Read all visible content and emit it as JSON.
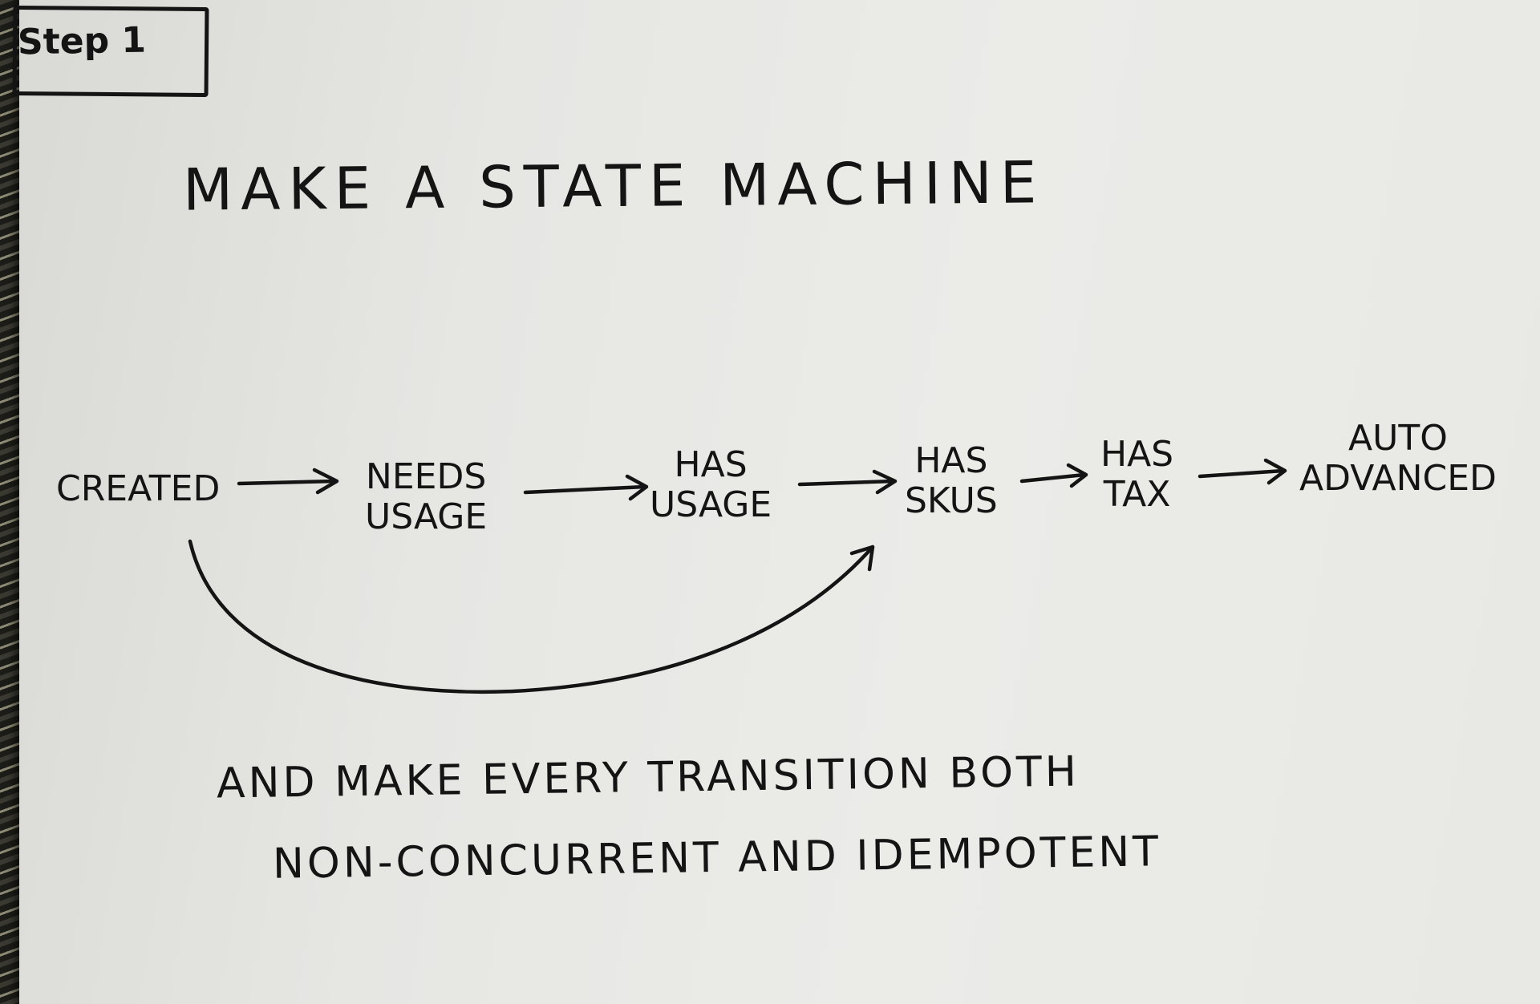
{
  "step": {
    "label": "Step 1"
  },
  "title": "Make a State Machine",
  "states": [
    {
      "id": "created",
      "lines": [
        "Created"
      ]
    },
    {
      "id": "needs-usage",
      "lines": [
        "Needs",
        "Usage"
      ]
    },
    {
      "id": "has-usage",
      "lines": [
        "Has",
        "Usage"
      ]
    },
    {
      "id": "has-skus",
      "lines": [
        "Has",
        "Skus"
      ]
    },
    {
      "id": "has-tax",
      "lines": [
        "Has",
        "Tax"
      ]
    },
    {
      "id": "auto-advanced",
      "lines": [
        "Auto",
        "Advanced"
      ]
    }
  ],
  "transitions": [
    {
      "from": "created",
      "to": "needs-usage"
    },
    {
      "from": "needs-usage",
      "to": "has-usage"
    },
    {
      "from": "has-usage",
      "to": "has-skus"
    },
    {
      "from": "has-skus",
      "to": "has-tax"
    },
    {
      "from": "has-tax",
      "to": "auto-advanced"
    },
    {
      "from": "created",
      "to": "has-skus"
    }
  ],
  "footer": {
    "line1": "And Make Every Transition Both",
    "line2": "Non-Concurrent and Idempotent"
  },
  "colors": {
    "ink": "#141414",
    "paper": "#e8e8e4",
    "background": "#2b2b26"
  }
}
